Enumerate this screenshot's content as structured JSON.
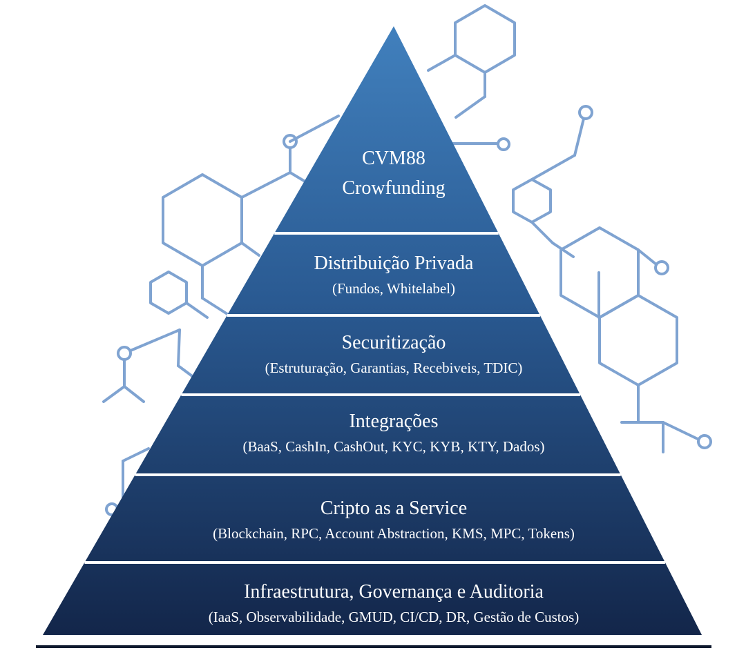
{
  "colors": {
    "background": "#ffffff",
    "molecule": "#7fa3d1",
    "tier_top": "#3d76b3",
    "tier_bottom": "#14274a",
    "divider": "#ffffff",
    "text": "#ffffff",
    "baseline": "#0f1a2e"
  },
  "pyramid": {
    "tiers": [
      {
        "title_line1": "CVM88",
        "title_line2": "Crowfunding",
        "subtitle": ""
      },
      {
        "title": "Distribuição Privada",
        "subtitle": "(Fundos, Whitelabel)"
      },
      {
        "title": "Securitização",
        "subtitle": "(Estruturação, Garantias, Recebiveis, TDIC)"
      },
      {
        "title": "Integrações",
        "subtitle": "(BaaS, CashIn, CashOut, KYC, KYB, KTY, Dados)"
      },
      {
        "title": "Cripto as a Service",
        "subtitle": "(Blockchain, RPC, Account Abstraction, KMS, MPC, Tokens)"
      },
      {
        "title": "Infraestrutura, Governança e Auditoria",
        "subtitle": "(IaaS, Observabilidade, GMUD, CI/CD, DR, Gestão de Custos)"
      }
    ]
  }
}
